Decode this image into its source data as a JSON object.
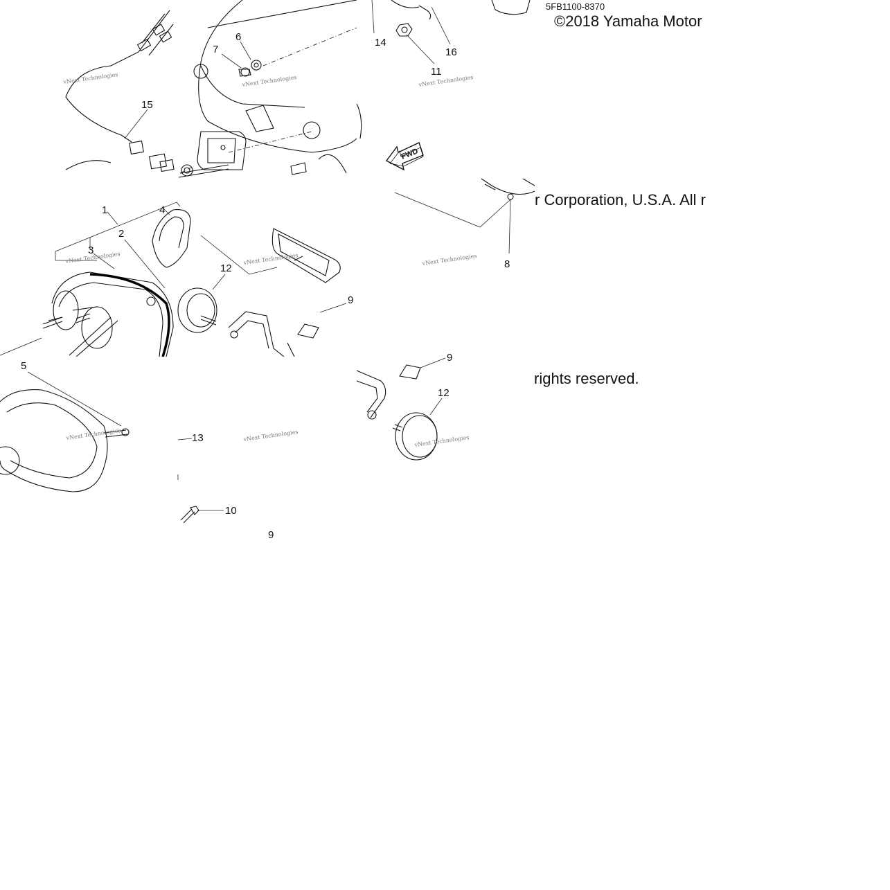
{
  "diagram": {
    "part_code": "5FB1100-8370",
    "copyright": {
      "line1": "©2018 Yamaha Motor",
      "line2": "r Corporation, U.S.A. All r",
      "line3": "rights reserved."
    },
    "fwd_label": "FWD",
    "watermark": "vNext Technologies",
    "callouts": {
      "c1": "1",
      "c2": "2",
      "c3": "3",
      "c4": "4",
      "c5": "5",
      "c6": "6",
      "c7": "7",
      "c8": "8",
      "c9a": "9",
      "c9b": "9",
      "c9c": "9",
      "c10": "10",
      "c11": "11",
      "c12a": "12",
      "c12b": "12",
      "c13": "13",
      "c14": "14",
      "c15": "15",
      "c16": "16"
    }
  }
}
